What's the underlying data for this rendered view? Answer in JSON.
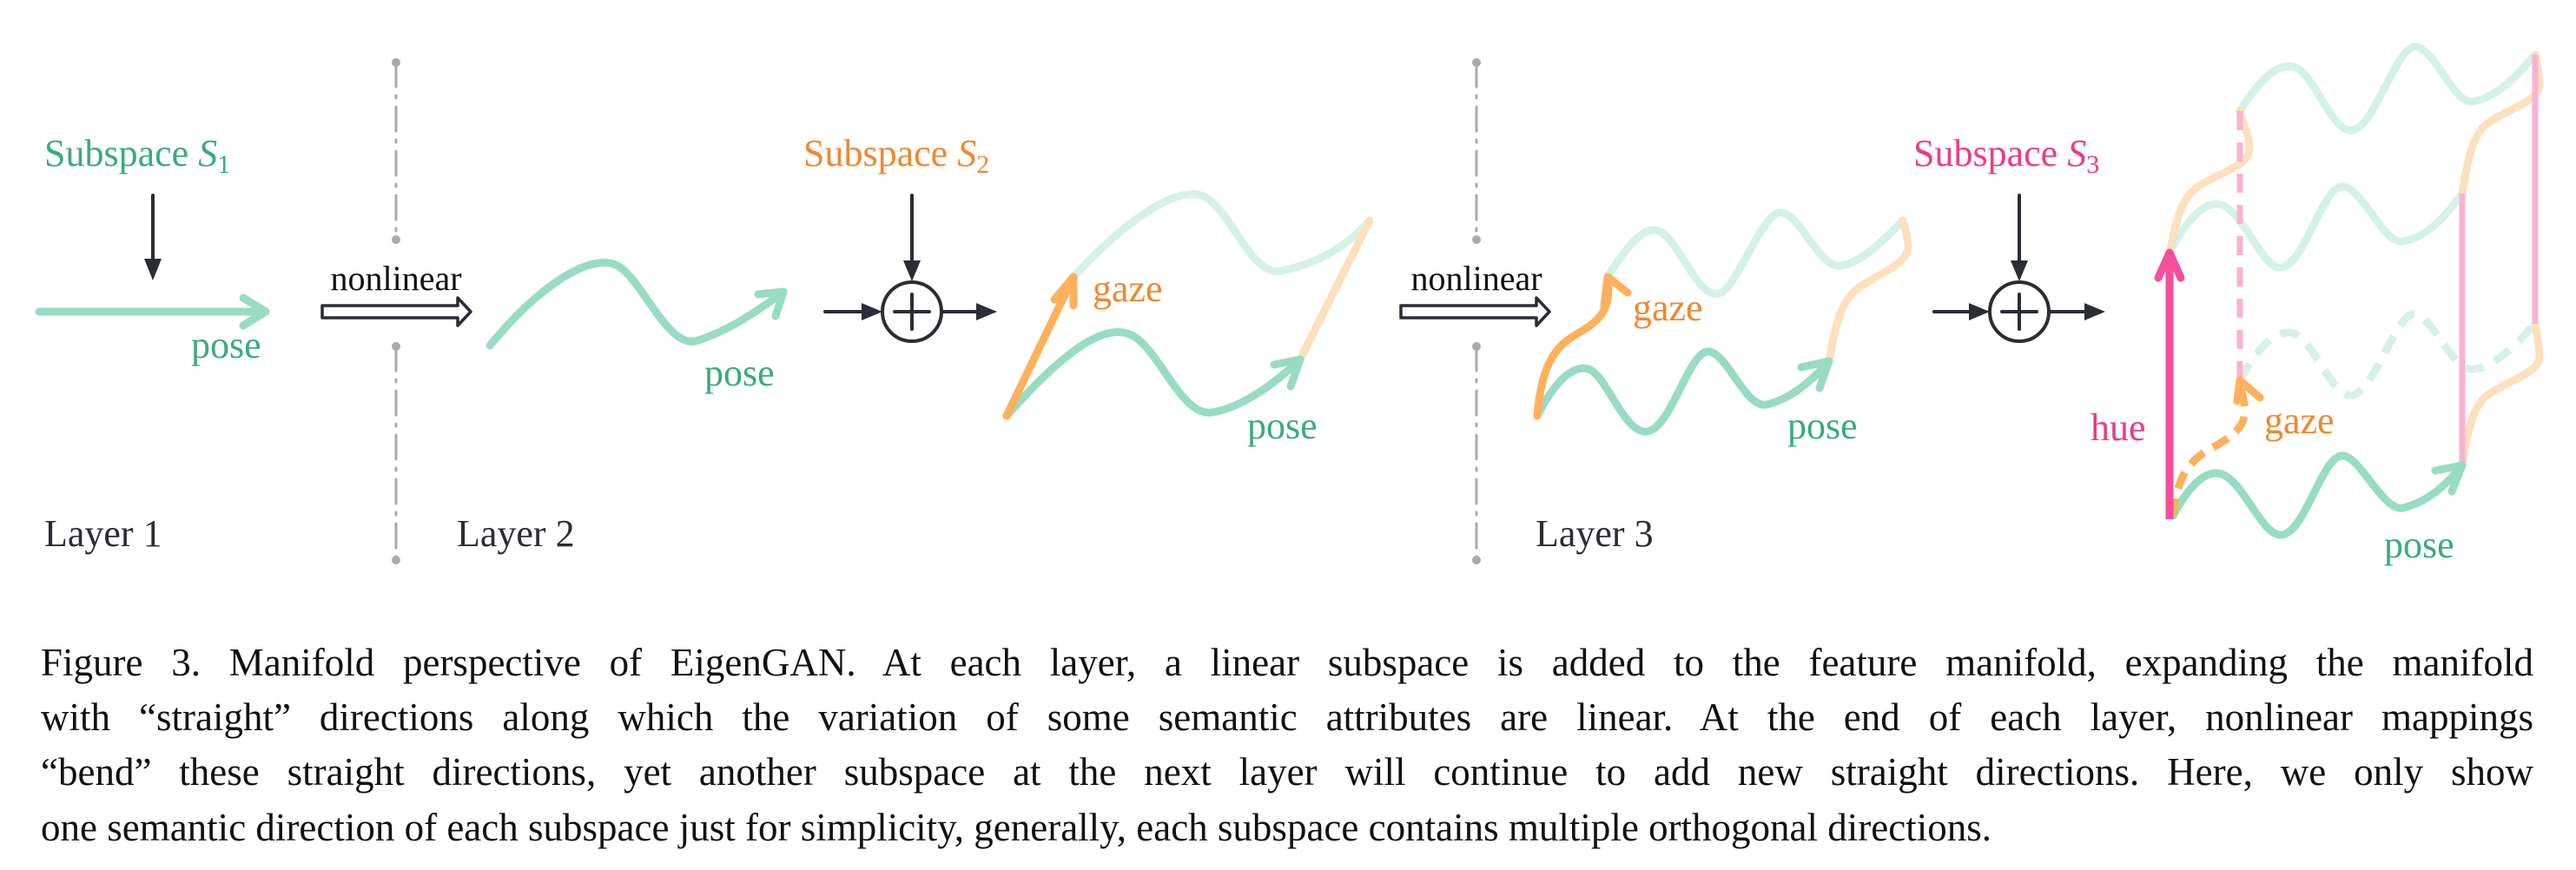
{
  "colors": {
    "pose_text": "#3aab7c",
    "pose_line": "#98dcc2",
    "pose_faint": "#d6f1e7",
    "gaze_text": "#f0882f",
    "gaze_line": "#fdb15a",
    "gaze_faint": "#fde0bd",
    "hue_text": "#ee3b86",
    "hue_line": "#f54f9b",
    "hue_faint": "#f9b2d2",
    "dark": "#2a2d34",
    "divider": "#aaaaaa"
  },
  "subspaces": [
    {
      "label": "Subspace",
      "var": "S",
      "sub": "1"
    },
    {
      "label": "Subspace",
      "var": "S",
      "sub": "2"
    },
    {
      "label": "Subspace",
      "var": "S",
      "sub": "3"
    }
  ],
  "layers": [
    "Layer 1",
    "Layer 2",
    "Layer 3"
  ],
  "transition_label": "nonlinear",
  "attributes": {
    "pose": "pose",
    "gaze": "gaze",
    "hue": "hue"
  },
  "caption": {
    "lines": [
      "Figure 3. Manifold perspective of EigenGAN. At each layer, a linear subspace is added to the feature manifold, expanding the manifold",
      "with “straight” directions along which the variation of some semantic attributes are linear.  At the end of each layer, nonlinear mappings",
      "“bend” these straight directions, yet another subspace at the next layer will continue to add new straight directions.  Here, we only show",
      "one semantic direction of each subspace just for simplicity, generally, each subspace contains multiple orthogonal directions."
    ]
  }
}
